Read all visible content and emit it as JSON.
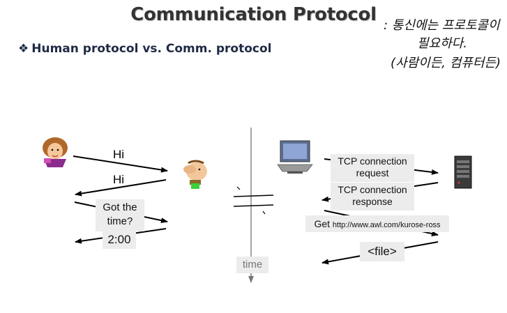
{
  "slide": {
    "title": "Communication Protocol",
    "subtitle_bullet": "❖",
    "subtitle": "Human protocol vs. Comm. protocol",
    "handwritten_note": [
      ": 통신에는 프로토콜이",
      "필요하다.",
      "(사람이든, 컴퓨터든)"
    ]
  },
  "human_side": {
    "msg1": "Hi",
    "msg2": "Hi",
    "question": [
      "Got the",
      "time?"
    ],
    "answer": "2:00"
  },
  "computer_side": {
    "request": [
      "TCP connection",
      "request"
    ],
    "response": [
      "TCP connection",
      "response"
    ],
    "get_prefix": "Get",
    "get_url": "http://www.awl.com/kurose-ross",
    "file": "<file>"
  },
  "timeline": {
    "label": "time"
  }
}
